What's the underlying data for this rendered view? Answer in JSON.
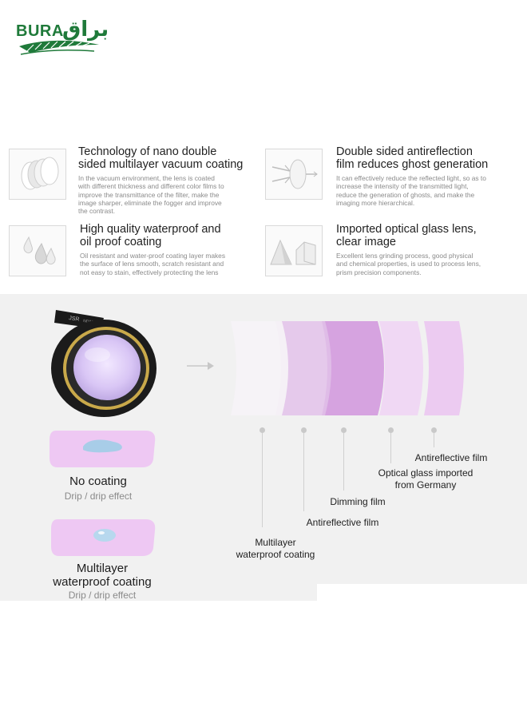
{
  "logo": {
    "latin": "BURA",
    "arabic": "براق"
  },
  "features": [
    {
      "title_line1": "Technology of nano double",
      "title_line2": "sided multilayer vacuum coating",
      "desc_lines": [
        "In the vacuum environment, the lens is coated",
        "with different thickness and different color films to",
        "improve the transmittance of the filter, make the",
        "image sharper, eliminate the fogger and improve",
        "the contrast."
      ],
      "icon": "stacked-lens-icon"
    },
    {
      "title_line1": "Double sided antireflection",
      "title_line2": "film reduces ghost generation",
      "desc_lines": [
        "It can effectively reduce the reflected light, so as to",
        "increase the intensity of the transmitted light,",
        "reduce the generation of ghosts, and make the",
        "imaging more hierarchical."
      ],
      "icon": "antireflection-lens-icon"
    },
    {
      "title_line1": "High quality waterproof and",
      "title_line2": "oil proof coating",
      "desc_lines": [
        "Oil resistant and water-proof coating layer makes",
        "the surface of lens smooth, scratch resistant and",
        "not easy to stain, effectively protecting the lens"
      ],
      "icon": "water-drops-icon"
    },
    {
      "title_line1": "Imported optical glass lens,",
      "title_line2": "clear image",
      "desc_lines": [
        "Excellent lens grinding process, good physical",
        "and chemical properties, is used to process lens,",
        "prism precision components."
      ],
      "icon": "prism-icon"
    }
  ],
  "filter": {
    "label_brand": "JSR",
    "label_model": "ND8/PL"
  },
  "comparison": {
    "no_coating": {
      "title": "No coating",
      "subtitle": "Drip / drip effect"
    },
    "multilayer": {
      "title_line1": "Multilayer",
      "title_line2": "waterproof coating",
      "subtitle": "Drip / drip effect"
    }
  },
  "layers": {
    "antireflective_top": "Antireflective film",
    "optical_glass_line1": "Optical glass imported",
    "optical_glass_line2": "from Germany",
    "dimming": "Dimming film",
    "antireflective_bottom": "Antireflective film",
    "multilayer_line1": "Multilayer",
    "multilayer_line2": "waterproof coating"
  },
  "colors": {
    "brand_green": "#1f7a3a",
    "panel_bg": "#f1f1f1",
    "lens_purple": "#c784d8",
    "gold": "#c9a94a"
  }
}
